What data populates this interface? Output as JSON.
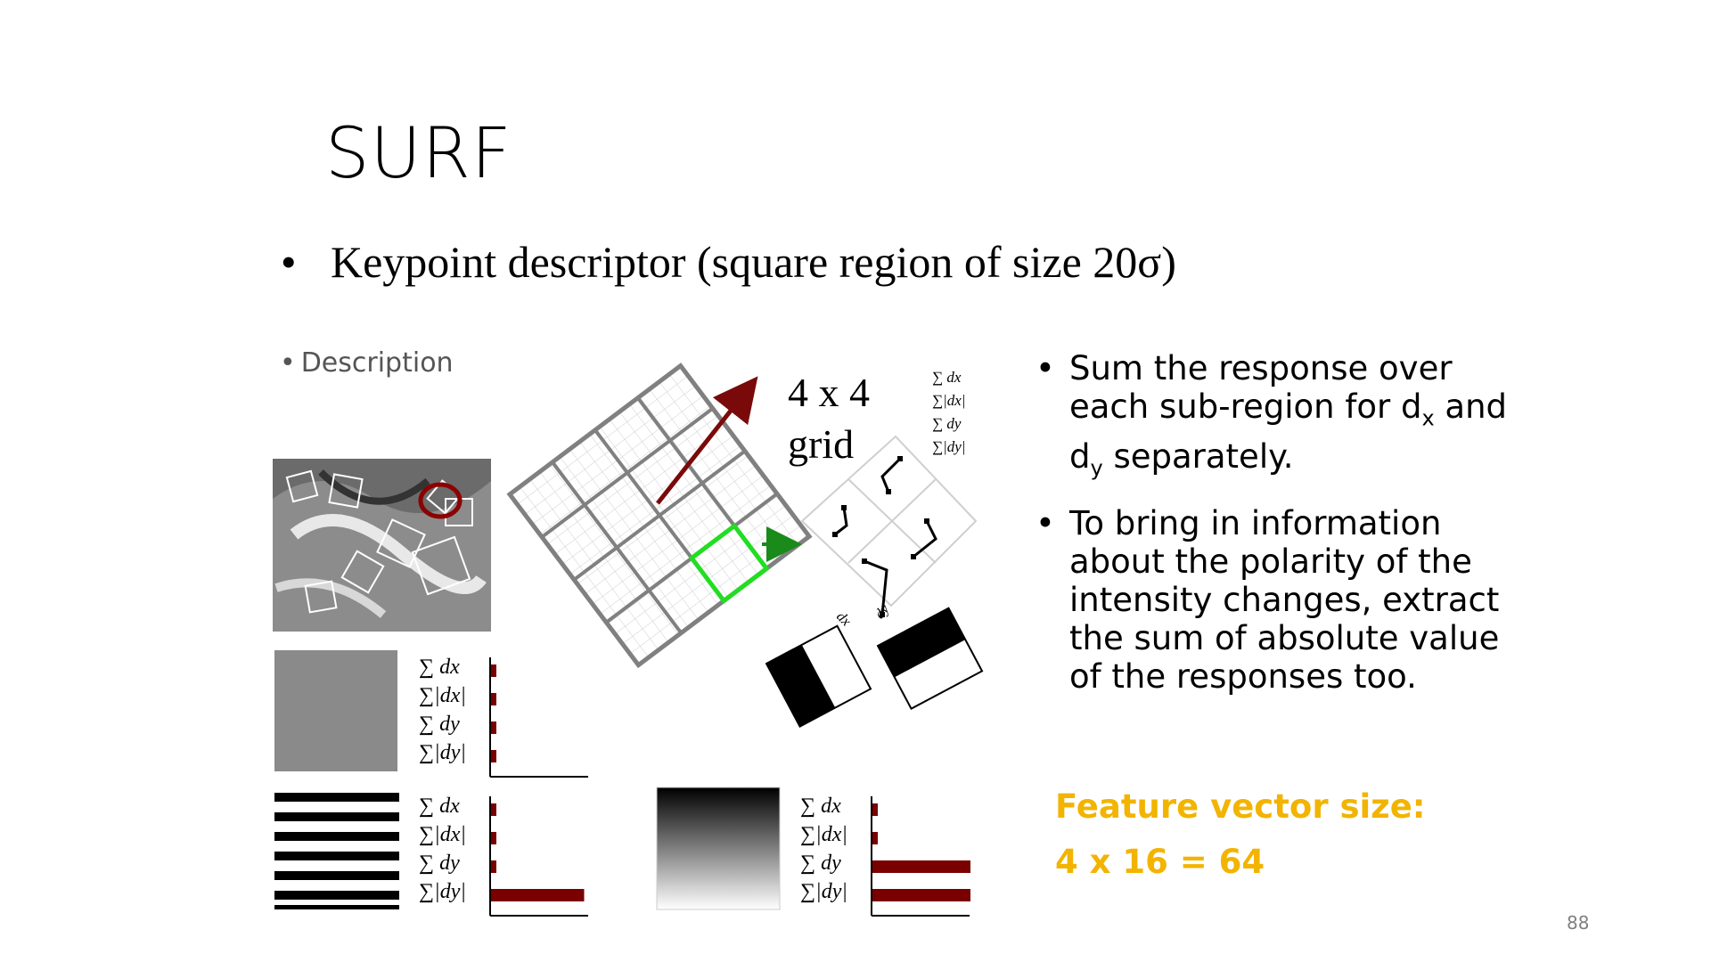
{
  "slide": {
    "title": "SURF",
    "main_bullet": "Keypoint descriptor (square region of size 20σ)",
    "bullet_symbol": "•",
    "figure_caption": "Description",
    "grid_label_line1": "4 x 4",
    "grid_label_line2": "grid",
    "sum_labels": [
      "∑ dx",
      "∑|dx|",
      "∑ dy",
      "∑|dy|"
    ],
    "axis_labels": {
      "dx": "dx",
      "dy": "dy"
    },
    "right_bullets": [
      {
        "line1": "Sum the response over each sub-region for d",
        "sub1": "x",
        "line2": " and  d",
        "sub2": "y",
        "line3": " separately."
      },
      {
        "text": "To bring in information about the polarity of the intensity changes, extract the sum of absolute value of the responses too."
      }
    ],
    "feature_title": "Feature vector  size:",
    "feature_value": "4 x 16 = 64",
    "page_number": "88"
  },
  "histograms": [
    {
      "pattern": "uniform-gray",
      "values": {
        "sum_dx": 0.05,
        "sum_abs_dx": 0.05,
        "sum_dy": 0.05,
        "sum_abs_dy": 0.05
      }
    },
    {
      "pattern": "horizontal-stripes",
      "values": {
        "sum_dx": 0.05,
        "sum_abs_dx": 0.05,
        "sum_dy": 0.05,
        "sum_abs_dy": 0.95
      }
    },
    {
      "pattern": "vertical-gradient",
      "values": {
        "sum_dx": 0.05,
        "sum_abs_dx": 0.05,
        "sum_dy": 1.0,
        "sum_abs_dy": 1.0
      }
    }
  ],
  "colors": {
    "accent_yellow": "#f2b400",
    "bar_red": "#7a0000",
    "arrow_red": "#7a0a0a",
    "highlight_green": "#22dd22",
    "grid_gray": "#808080"
  }
}
